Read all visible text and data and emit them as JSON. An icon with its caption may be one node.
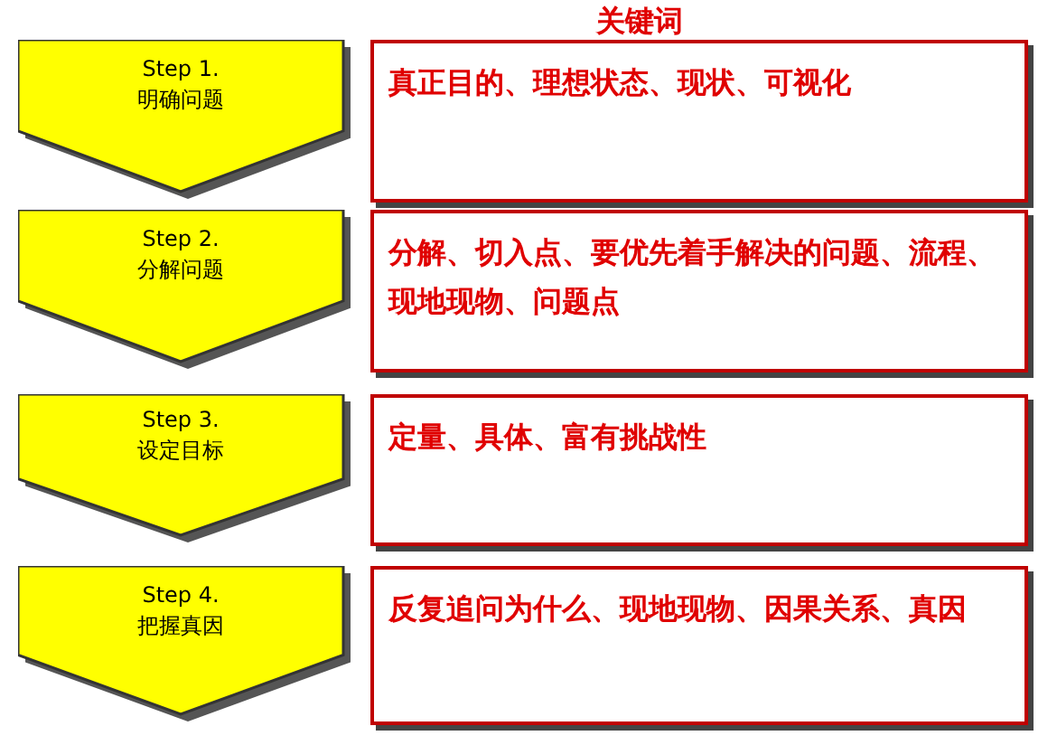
{
  "diagram": {
    "nodes": [
      {
        "text": [
          "Step 1.",
          "明确问题"
        ]
      },
      {
        "text": [
          "真正目的、理想状态、现状、可视化"
        ]
      },
      {
        "text": [
          "Step 2.",
          "分解问题"
        ]
      },
      {
        "text": [
          "分解、切入点、要优先着手解决的问题、流程、现地现物、问题点"
        ]
      },
      {
        "text": [
          "Step 3.",
          "设定目标"
        ]
      },
      {
        "text": [
          "定量、具体、富有挑战性"
        ]
      },
      {
        "text": [
          "Step 4.",
          "把握真因"
        ]
      },
      {
        "text": [
          "反复追问为什么、现地现物、因果关系、真因"
        ]
      }
    ],
    "labels": [
      "关键词"
    ]
  }
}
